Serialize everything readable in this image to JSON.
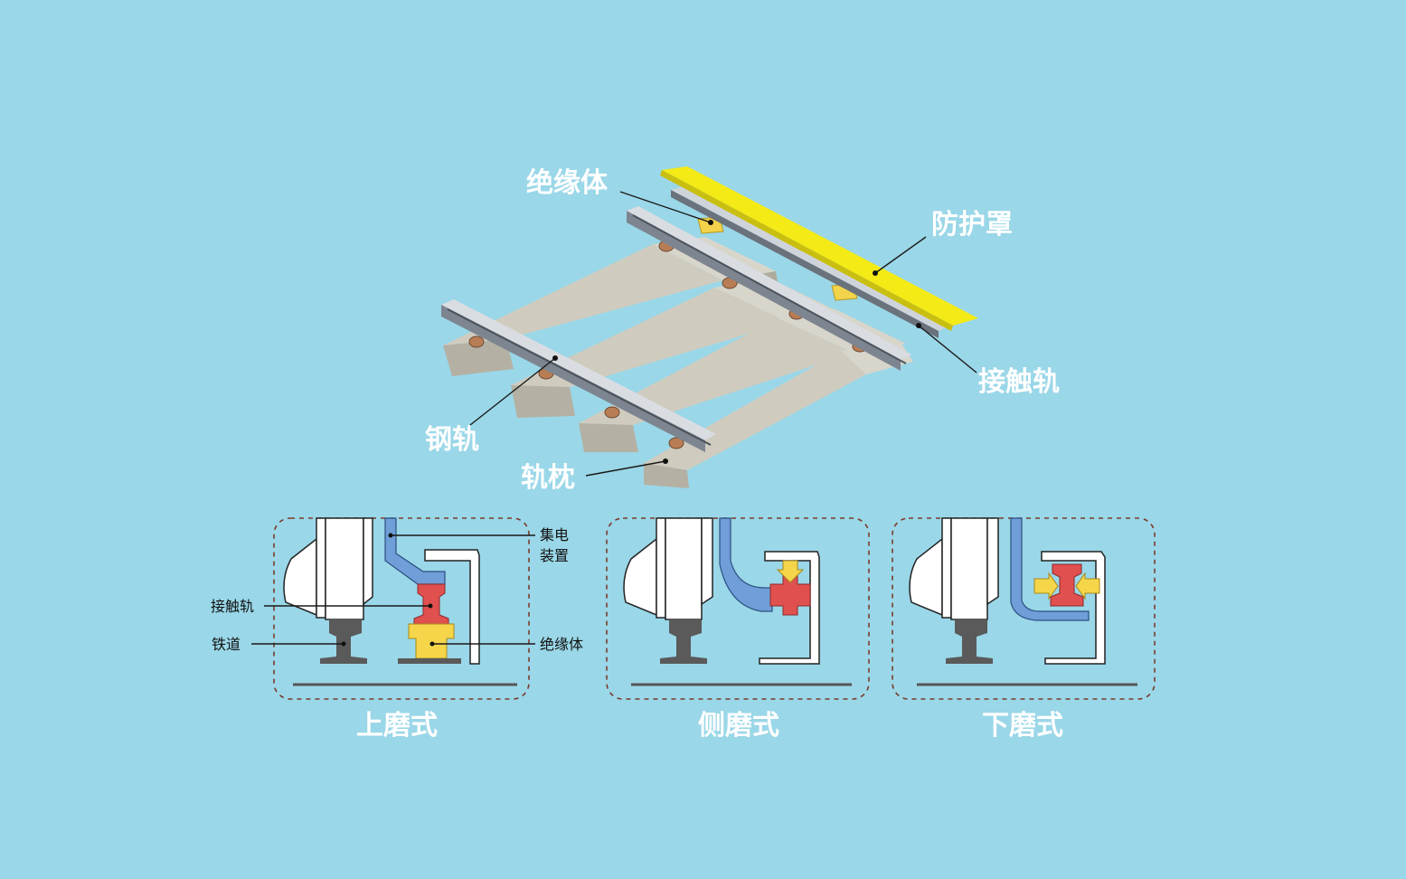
{
  "top_diagram": {
    "labels": {
      "insulator": "绝缘体",
      "cover": "防护罩",
      "contact_rail": "接触轨",
      "steel_rail": "钢轨",
      "sleeper": "轨枕"
    }
  },
  "panels": [
    {
      "title": "上磨式",
      "labels": {
        "collector_line1": "集电",
        "collector_line2": "装置",
        "contact_rail": "接触轨",
        "track": "铁道",
        "insulator": "绝缘体"
      }
    },
    {
      "title": "侧磨式"
    },
    {
      "title": "下磨式"
    }
  ],
  "colors": {
    "background": "#9ad7e8",
    "cover_yellow": "#f4ea16",
    "insulator_yellow": "#f5d64a",
    "contact_rail_red": "#e0504f",
    "collector_blue": "#6f9ed8",
    "rail_steel": "#5a5a5a",
    "sleeper_concrete": "#c9c6b8",
    "dashed_border": "#7a3b2a"
  }
}
